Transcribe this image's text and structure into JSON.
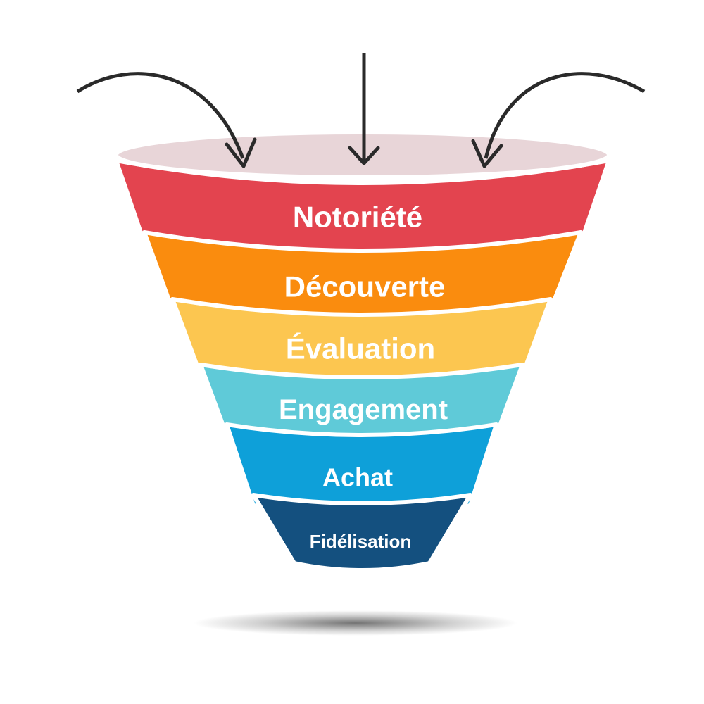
{
  "diagram": {
    "type": "funnel",
    "top_color": "#e8d5d8",
    "arrow_color": "#2a2a2a",
    "arrow_icons": [
      "curved-arrow-left-icon",
      "straight-arrow-down-icon",
      "curved-arrow-right-icon"
    ],
    "stages": [
      {
        "label": "Notoriété",
        "color": "#e3444f"
      },
      {
        "label": "Découverte",
        "color": "#fa8c0e"
      },
      {
        "label": "Évaluation",
        "color": "#fcc650"
      },
      {
        "label": "Engagement",
        "color": "#5fcad8"
      },
      {
        "label": "Achat",
        "color": "#0ea0d9"
      },
      {
        "label": "Fidélisation",
        "color": "#14507f"
      }
    ]
  }
}
